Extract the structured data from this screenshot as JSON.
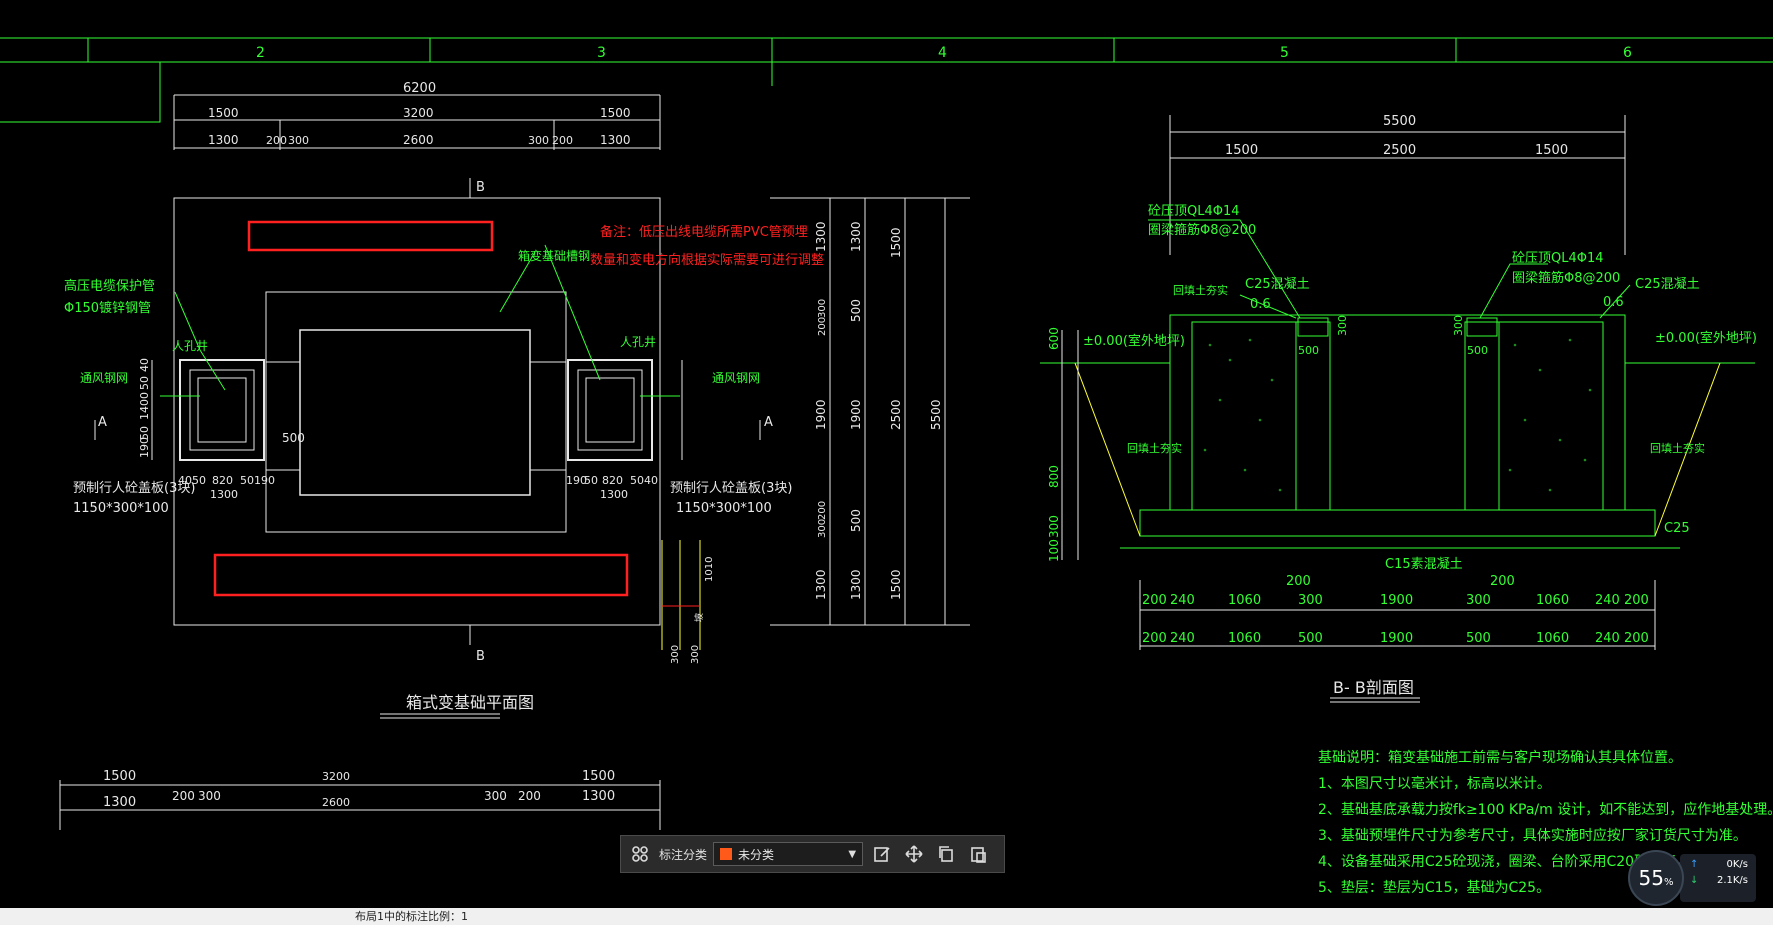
{
  "grid": {
    "columns": [
      "2",
      "3",
      "4",
      "5",
      "6"
    ]
  },
  "plan": {
    "top_dims_overall": "6200",
    "top_dims_row1": [
      "1500",
      "3200",
      "1500"
    ],
    "top_dims_row2": [
      "1300",
      "200",
      "300",
      "2600",
      "300",
      "200",
      "1300"
    ],
    "section_mark": "B",
    "side_mark": "A",
    "note": [
      "备注：低压出线电缆所需PVC管预埋",
      "数量和变电方向根据实际需要可进行调整"
    ],
    "label_box_trench": "箱变基础槽钢",
    "label_hv_pipe": [
      "高压电缆保护管",
      "Φ150镀锌钢管"
    ],
    "label_manhole": "人孔井",
    "label_vent": "通风钢网",
    "label_cover": [
      "预制行人砼盖板(3块)",
      "1150*300*100"
    ],
    "dim_500": "500",
    "left_pit_dims": [
      "40",
      "50",
      "820",
      "50",
      "190"
    ],
    "left_pit_total": "1300",
    "right_pit_dims": [
      "190",
      "50",
      "820",
      "50",
      "40"
    ],
    "right_pit_total": "1300",
    "pit_vertical": [
      "40",
      "50",
      "1400",
      "50",
      "190"
    ],
    "right_vertical_dims": [
      "1300",
      "300",
      "200",
      "1900",
      "200",
      "300",
      "1300"
    ],
    "right_vertical_dims2": [
      "1300",
      "500",
      "1900",
      "500",
      "1300"
    ],
    "right_vertical_dims3": [
      "1500",
      "2500",
      "1500"
    ],
    "right_vertical_total": "5500",
    "small_dims": [
      "1010",
      "300",
      "300",
      "坡"
    ],
    "title": "箱式变基础平面图",
    "bottom_dims_row1": [
      "1500",
      "3200",
      "1500"
    ],
    "bottom_dims_row2": [
      "1300",
      "200",
      "300",
      "2600",
      "300",
      "200",
      "1300"
    ]
  },
  "section": {
    "overall": "5500",
    "row1": [
      "1500",
      "2500",
      "1500"
    ],
    "ql_left": [
      "砼压顶QL4Φ14",
      "圈梁箍筋Φ8@200"
    ],
    "ql_right": [
      "砼压顶QL4Φ14",
      "圈梁箍筋Φ8@200"
    ],
    "c25_top": "C25混凝土",
    "slope": "0.6",
    "backfill": "回填土夯实",
    "level": "±0.00(室外地坪)",
    "dim_300": "300",
    "dim_500": "500",
    "left_vertical": [
      "600",
      "800",
      "300",
      "100"
    ],
    "c25_side": "C25",
    "c15": "C15素混凝土",
    "bottom_mid": [
      "200",
      "200"
    ],
    "bottom_row1": [
      "200",
      "240",
      "1060",
      "300",
      "1900",
      "300",
      "1060",
      "240",
      "200"
    ],
    "bottom_row2": [
      "200",
      "240",
      "1060",
      "500",
      "1900",
      "500",
      "1060",
      "240",
      "200"
    ],
    "title": "B- B剖面图"
  },
  "notes": {
    "heading": "基础说明：箱变基础施工前需与客户现场确认其具体位置。",
    "items": [
      "1、本图尺寸以毫米计，标高以米计。",
      "2、基础基底承载力按fk≥100 KPa/m 设计，如不能达到，应作地基处理。",
      "3、基础预埋件尺寸为参考尺寸，具体实施时应按厂家订货尺寸为准。",
      "4、设备基础采用C25砼现浇，圈梁、台阶采用C20砼现浇。",
      "5、垫层：垫层为C15，基础为C25。"
    ]
  },
  "toolbar": {
    "label": "标注分类",
    "category_value": "未分类",
    "swatch_color": "#ff5a1a"
  },
  "status_bar": {
    "text": "布局1中的标注比例：1"
  },
  "net": {
    "percent": "55",
    "percent_unit": "%",
    "up": "0K/s",
    "down": "2.1K/s"
  },
  "colors": {
    "line": "#33ff33",
    "red": "#ff2020",
    "white": "#e8e8e8",
    "yellow": "#ffff33"
  }
}
